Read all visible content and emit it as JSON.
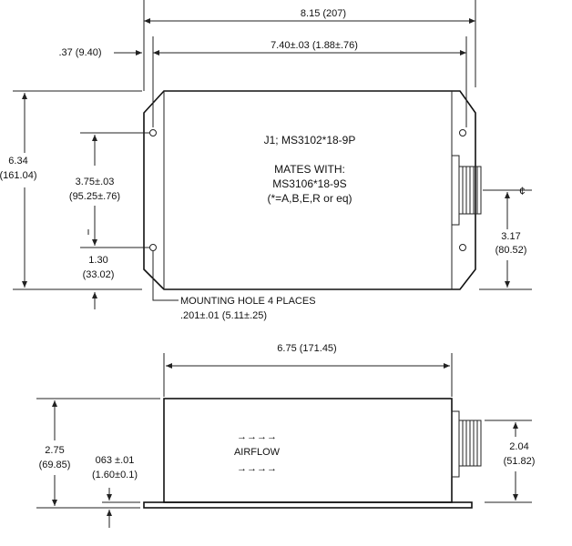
{
  "top_view": {
    "overall_width": "8.15 (207)",
    "hole_spacing_width": "7.40±.03 (1.88±.76)",
    "edge_to_hole": ".37 (9.40)",
    "overall_height": "6.34",
    "overall_height_mm": "(161.04)",
    "hole_spacing_height": "3.75±.03",
    "hole_spacing_height_mm": "(95.25±.76)",
    "hole_offset": "1.30",
    "hole_offset_mm": "(33.02)",
    "connector_offset": "3.17",
    "connector_offset_mm": "(80.52)",
    "connector_label": "J1; MS3102*18-9P",
    "mates_with": "MATES WITH:",
    "mating_connector": "MS3106*18-9S",
    "mating_variants": "(*=A,B,E,R or eq)",
    "mounting_hole": "MOUNTING HOLE 4 PLACES",
    "mounting_hole_size": ".201±.01 (5.11±.25)",
    "centerline_symbol": "¢"
  },
  "side_view": {
    "body_length": "6.75 (171.45)",
    "height": "2.75",
    "height_mm": "(69.85)",
    "flange_thickness": "063 ±.01",
    "flange_thickness_mm": "(1.60±0.1)",
    "connector_height": "2.04",
    "connector_height_mm": "(51.82)",
    "airflow_arrows": "→→→→",
    "airflow_label": "AIRFLOW"
  },
  "colors": {
    "line": "#222222",
    "background": "#ffffff"
  }
}
